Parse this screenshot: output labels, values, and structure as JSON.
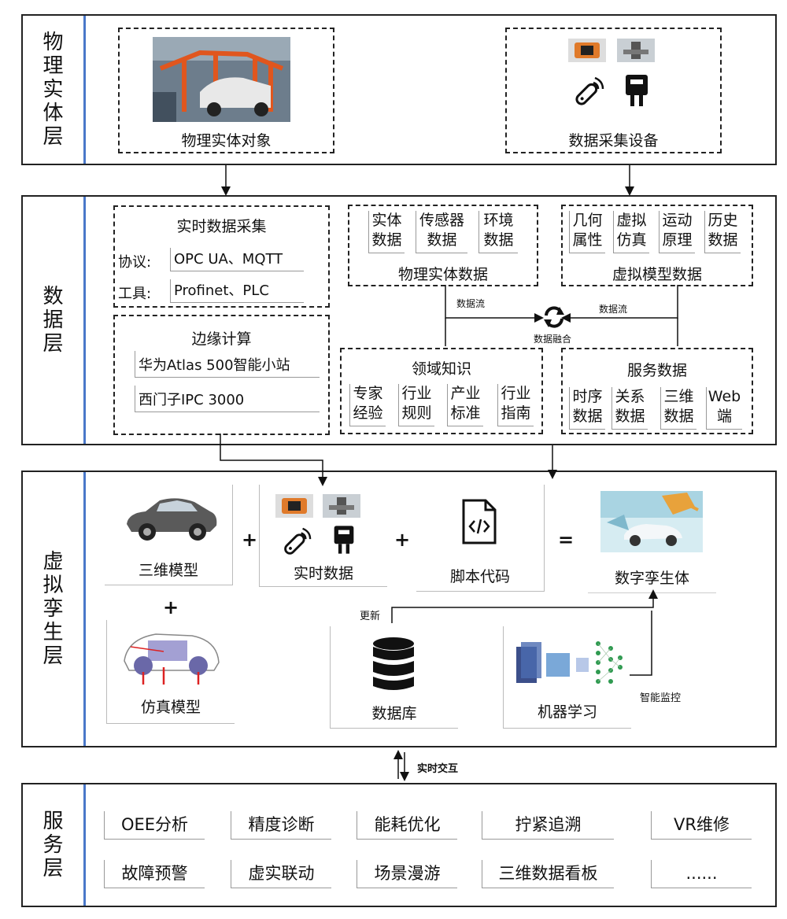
{
  "physical_layer": {
    "label": "物理实体层",
    "entity_caption": "物理实体对象",
    "device_caption": "数据采集设备"
  },
  "data_layer": {
    "label": "数据层",
    "realtime": {
      "title": "实时数据采集",
      "protocol_label": "协议:",
      "protocol_value": "OPC UA、MQTT",
      "tool_label": "工具:",
      "tool_value": "Profinet、PLC"
    },
    "edge": {
      "title": "边缘计算",
      "items": [
        "华为Atlas 500智能小站",
        "西门子IPC 3000"
      ]
    },
    "physical_data": {
      "title": "物理实体数据",
      "cells": [
        "实体数据",
        "传感器数据",
        "环境数据"
      ]
    },
    "virtual_data": {
      "title": "虚拟模型数据",
      "cells": [
        "几何属性",
        "虚拟仿真",
        "运动原理",
        "历史数据"
      ]
    },
    "flow_left": "数据流",
    "flow_right": "数据流",
    "fusion": "数据融合",
    "domain": {
      "title": "领域知识",
      "cells": [
        "专家经验",
        "行业规则",
        "产业标准",
        "行业指南"
      ]
    },
    "service_data": {
      "title": "服务数据",
      "cells": [
        "时序数据",
        "关系数据",
        "三维数据",
        "Web端"
      ]
    }
  },
  "twin_layer": {
    "label": "虚拟孪生层",
    "model3d": "三维模型",
    "realtime": "实时数据",
    "script": "脚本代码",
    "twin": "数字孪生体",
    "sim": "仿真模型",
    "db": "数据库",
    "ml": "机器学习",
    "update": "更新",
    "monitor": "智能监控",
    "plus": "+",
    "equals": "="
  },
  "interaction_label": "实时交互",
  "service_layer": {
    "label": "服务层",
    "row1": [
      "OEE分析",
      "精度诊断",
      "能耗优化",
      "拧紧追溯",
      "VR维修"
    ],
    "row2": [
      "故障预警",
      "虚实联动",
      "场景漫游",
      "三维数据看板",
      "......"
    ]
  }
}
